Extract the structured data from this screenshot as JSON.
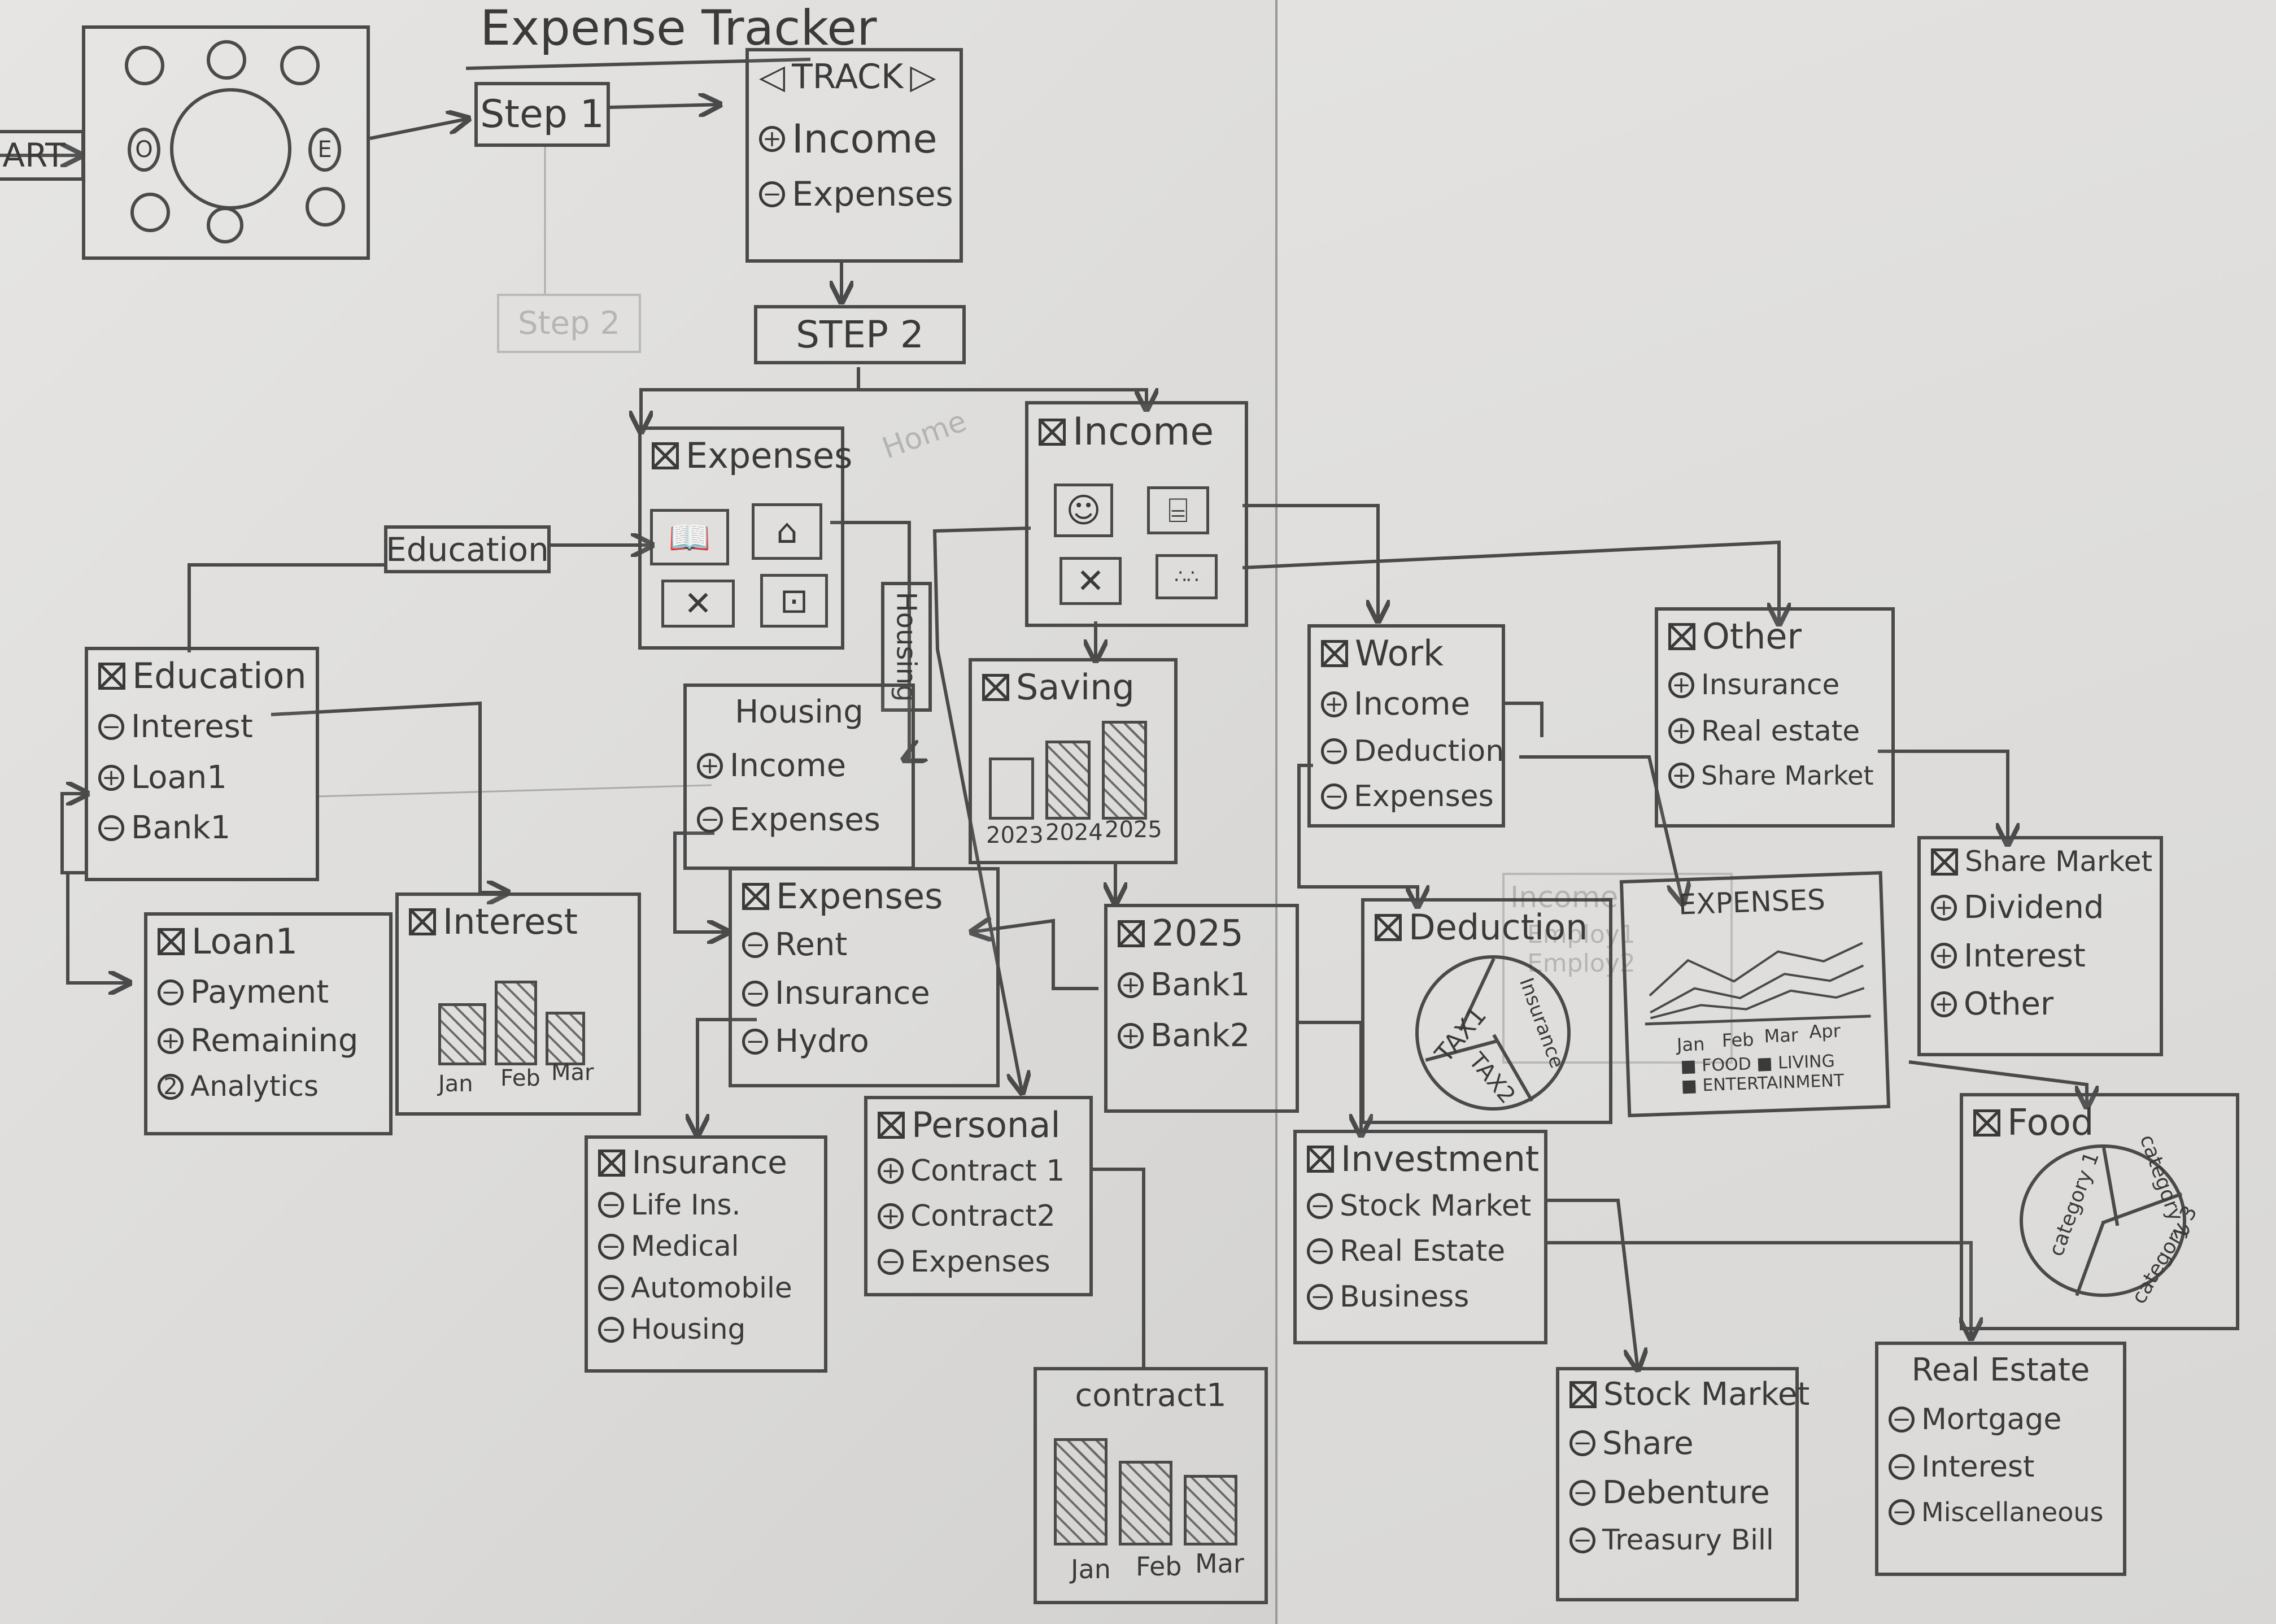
{
  "title": "Expense Tracker",
  "start_label": "ART",
  "start_node": {
    "left_letter": "O",
    "right_letter": "E"
  },
  "step1": "Step 1",
  "step2": "STEP 2",
  "faint_step": "Step 2",
  "faint_home": "Home",
  "track": {
    "header": "TRACK",
    "items": [
      {
        "sym": "+",
        "text": "Income"
      },
      {
        "sym": "−",
        "text": "Expenses"
      }
    ]
  },
  "education_tag": "Education",
  "housing_tag": "Housing",
  "expenses_main": {
    "title": "Expenses"
  },
  "income_main": {
    "title": "Income"
  },
  "education": {
    "title": "Education",
    "items": [
      {
        "sym": "−",
        "text": "Interest"
      },
      {
        "sym": "+",
        "text": "Loan1"
      },
      {
        "sym": "−",
        "text": "Bank1"
      }
    ]
  },
  "housing": {
    "title": "Housing",
    "items": [
      {
        "sym": "+",
        "text": "Income"
      },
      {
        "sym": "−",
        "text": "Expenses"
      }
    ]
  },
  "saving": {
    "title": "Saving",
    "chart": {
      "categories": [
        "2023",
        "2024",
        "2025"
      ]
    }
  },
  "work": {
    "title": "Work",
    "items": [
      {
        "sym": "+",
        "text": "Income"
      },
      {
        "sym": "−",
        "text": "Deduction"
      },
      {
        "sym": "−",
        "text": "Expenses"
      }
    ]
  },
  "other": {
    "title": "Other",
    "items": [
      {
        "sym": "+",
        "text": "Insurance"
      },
      {
        "sym": "+",
        "text": "Real estate"
      },
      {
        "sym": "+",
        "text": "Share Market"
      }
    ]
  },
  "loan1": {
    "title": "Loan1",
    "items": [
      {
        "sym": "−",
        "text": "Payment"
      },
      {
        "sym": "+",
        "text": "Remaining"
      },
      {
        "sym": "2",
        "text": "Analytics"
      }
    ]
  },
  "interest": {
    "title": "Interest",
    "chart": {
      "categories": [
        "Jan",
        "Feb",
        "Mar"
      ]
    }
  },
  "expenses_sub": {
    "title": "Expenses",
    "items": [
      {
        "sym": "−",
        "text": "Rent"
      },
      {
        "sym": "−",
        "text": "Insurance"
      },
      {
        "sym": "−",
        "text": "Hydro"
      }
    ]
  },
  "year2025": {
    "title": "2025",
    "items": [
      {
        "sym": "+",
        "text": "Bank1"
      },
      {
        "sym": "+",
        "text": "Bank2"
      }
    ]
  },
  "deduction": {
    "title": "Deduction",
    "slices": [
      "TAX1",
      "Insurance",
      "TAX2"
    ]
  },
  "faint_income": {
    "title": "Income",
    "lines": [
      "Employ1",
      "Employ2"
    ]
  },
  "expenses_chart": {
    "title": "EXPENSES",
    "months": [
      "Jan",
      "Feb",
      "Mar",
      "Apr"
    ],
    "legend": [
      "FOOD",
      "LIVING",
      "ENTERTAINMENT"
    ]
  },
  "share_market": {
    "title": "Share Market",
    "items": [
      {
        "sym": "+",
        "text": "Dividend"
      },
      {
        "sym": "+",
        "text": "Interest"
      },
      {
        "sym": "+",
        "text": "Other"
      }
    ]
  },
  "insurance": {
    "title": "Insurance",
    "items": [
      {
        "sym": "−",
        "text": "Life Ins."
      },
      {
        "sym": "−",
        "text": "Medical"
      },
      {
        "sym": "−",
        "text": "Automobile"
      },
      {
        "sym": "−",
        "text": "Housing"
      }
    ]
  },
  "personal": {
    "title": "Personal",
    "items": [
      {
        "sym": "+",
        "text": "Contract 1"
      },
      {
        "sym": "+",
        "text": "Contract2"
      },
      {
        "sym": "−",
        "text": "Expenses"
      }
    ]
  },
  "investment": {
    "title": "Investment",
    "items": [
      {
        "sym": "−",
        "text": "Stock Market"
      },
      {
        "sym": "−",
        "text": "Real Estate"
      },
      {
        "sym": "−",
        "text": "Business"
      }
    ]
  },
  "food": {
    "title": "Food",
    "slices": [
      "category 1",
      "category 2",
      "category 3"
    ]
  },
  "contract1": {
    "title": "contract1",
    "chart": {
      "categories": [
        "Jan",
        "Feb",
        "Mar"
      ]
    }
  },
  "stock_market": {
    "title": "Stock Market",
    "items": [
      {
        "sym": "−",
        "text": "Share"
      },
      {
        "sym": "−",
        "text": "Debenture"
      },
      {
        "sym": "−",
        "text": "Treasury Bill"
      }
    ]
  },
  "real_estate": {
    "title": "Real Estate",
    "items": [
      {
        "sym": "−",
        "text": "Mortgage"
      },
      {
        "sym": "−",
        "text": "Interest"
      },
      {
        "sym": "−",
        "text": "Miscellaneous"
      }
    ]
  }
}
